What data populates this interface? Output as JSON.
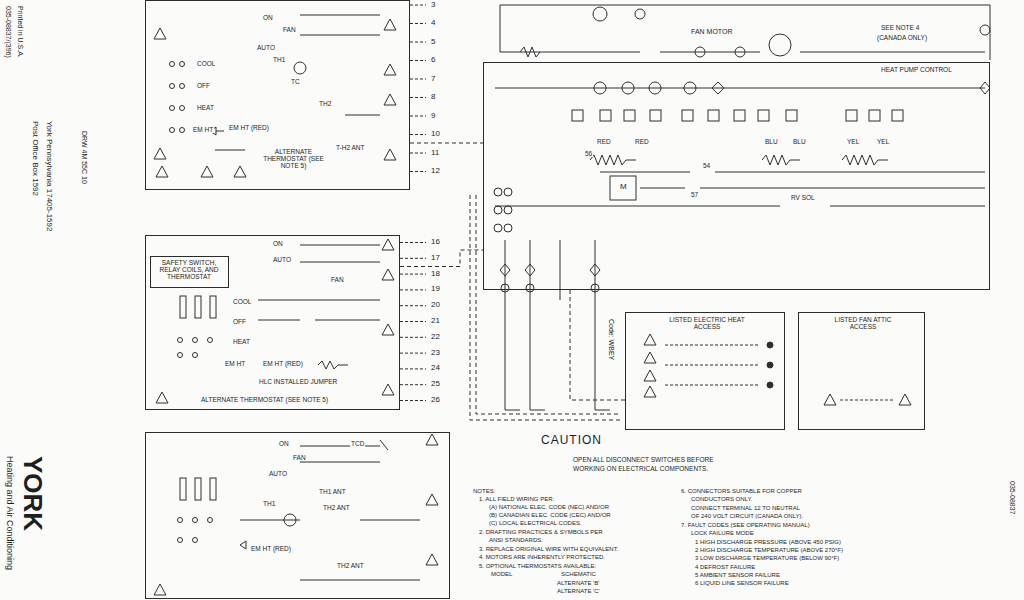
{
  "diagram": {
    "nodes": [
      {
        "text": [
          "ON",
          "FAN",
          "AUTO",
          "COOL",
          "OFF",
          "HEAT",
          "EM HT",
          "TH1",
          "TC",
          "TH2",
          "EM HT (RED)",
          "T-H2 ANT",
          "ALTERNATE THERMOSTAT (SEE NOTE 5)"
        ]
      },
      {
        "text": [
          "ON",
          "AUTO",
          "FAN",
          "COOL",
          "OFF",
          "HEAT",
          "EM HT",
          "EM HT (RED)",
          "HLC INSTALLED JUMPER",
          "ALTERNATE THERMOSTAT (SEE NOTE 5)"
        ]
      },
      {
        "text": [
          "SAFETY SWITCH, RELAY COILS, AND THERMOSTAT"
        ],
        "in": 1
      },
      {
        "text": [
          "ON",
          "FAN",
          "AUTO",
          "TCD",
          "TH1",
          "TH1 ANT",
          "TH2 ANT",
          "EM HT (RED)",
          "TH2 ANT"
        ]
      },
      {
        "text": [
          "HEAT PUMP CONTROL"
        ]
      },
      {
        "text": [
          "LISTED ELECTRIC HEAT ACCESS"
        ]
      },
      {
        "text": [
          "LISTED FAN ATTIC ACCESS"
        ]
      }
    ],
    "edges": [
      {
        "from": 0,
        "to": 4,
        "arrow": "none"
      },
      {
        "from": 1,
        "to": 4,
        "arrow": "none"
      },
      {
        "from": 4,
        "to": 5,
        "arrow": "none"
      }
    ],
    "labels": [
      "YORK",
      "Heating and Air Conditioning",
      "Post Office Box 1592",
      "York Pennsylvania 17405-1592",
      "035-08837/(396)",
      "Printed in U.S.A.",
      "DRW 4M 55C 10",
      "Code: WBEY",
      "035-08837",
      "3",
      "4",
      "5",
      "6",
      "7",
      "8",
      "9",
      "10",
      "11",
      "12",
      "16",
      "17",
      "18",
      "19",
      "20",
      "21",
      "22",
      "23",
      "24",
      "25",
      "26",
      "FAN MOTOR",
      "SEE NOTE 4",
      "(CANADA ONLY)",
      "RED",
      "RED",
      "BLU",
      "BLU",
      "YEL",
      "YEL",
      "56",
      "54",
      "57",
      "M",
      "RV SOL",
      "CAUTION",
      "OPEN ALL DISCONNECT SWITCHES BEFORE",
      "WORKING ON ELECTRICAL COMPONENTS.",
      "NOTES:",
      "1. ALL FIELD WIRING PER:",
      "(A) NATIONAL ELEC. CODE (NEC) AND/OR",
      "(B) CANADIAN ELEC. CODE (CEC) AND/OR",
      "(C) LOCAL ELECTRICAL CODES.",
      "2. DRAFTING PRACTICES & SYMBOLS PER",
      "ANSI STANDARDS.",
      "3. REPLACE ORIGINAL WIRE WITH EQUIVALENT.",
      "4. MOTORS ARE INHERENTLY PROTECTED.",
      "5. OPTIONAL THERMOSTATS AVAILABLE:",
      "MODEL",
      "SCHEMATIC",
      "ALTERNATE 'B'",
      "ALTERNATE 'C'",
      "6. CONNECTORS SUITABLE FOR COPPER",
      "CONDUCTORS ONLY.",
      "CONNECT TERMINAL 12 TO NEUTRAL",
      "OF 240 VOLT CIRCUIT (CANADA ONLY).",
      "7. FAULT CODES (SEE OPERATING MANUAL)",
      "LOCK FAILURE MODE",
      "1 HIGH DISCHARGE PRESSURE (ABOVE 450 PSIG)",
      "2 HIGH DISCHARGE TEMPERATURE (ABOVE 270°F)",
      "3 LOW DISCHARGE TEMPERATURE (BELOW 90°F)",
      "4 DEFROST FAILURE",
      "5 AMBIENT SENSOR FAILURE",
      "6 LIQUID LINE SENSOR FAILURE"
    ]
  }
}
